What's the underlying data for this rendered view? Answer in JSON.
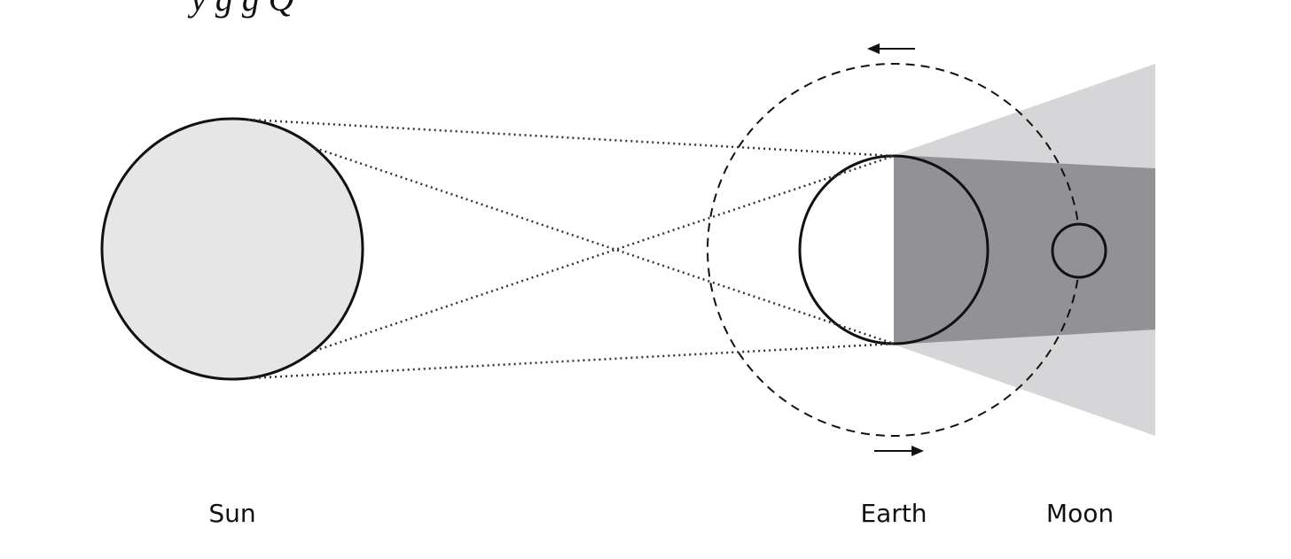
{
  "diagram": {
    "top_text_fragment": "y  g  g             Q",
    "labels": {
      "sun": "Sun",
      "earth": "Earth",
      "moon": "Moon"
    },
    "colors": {
      "sun_fill": "#e6e6e6",
      "umbra": "#929296",
      "penumbra": "#d6d6d8",
      "stroke": "#111111"
    },
    "orbit_arrows": {
      "top": "counterclockwise-left",
      "bottom": "right"
    }
  }
}
